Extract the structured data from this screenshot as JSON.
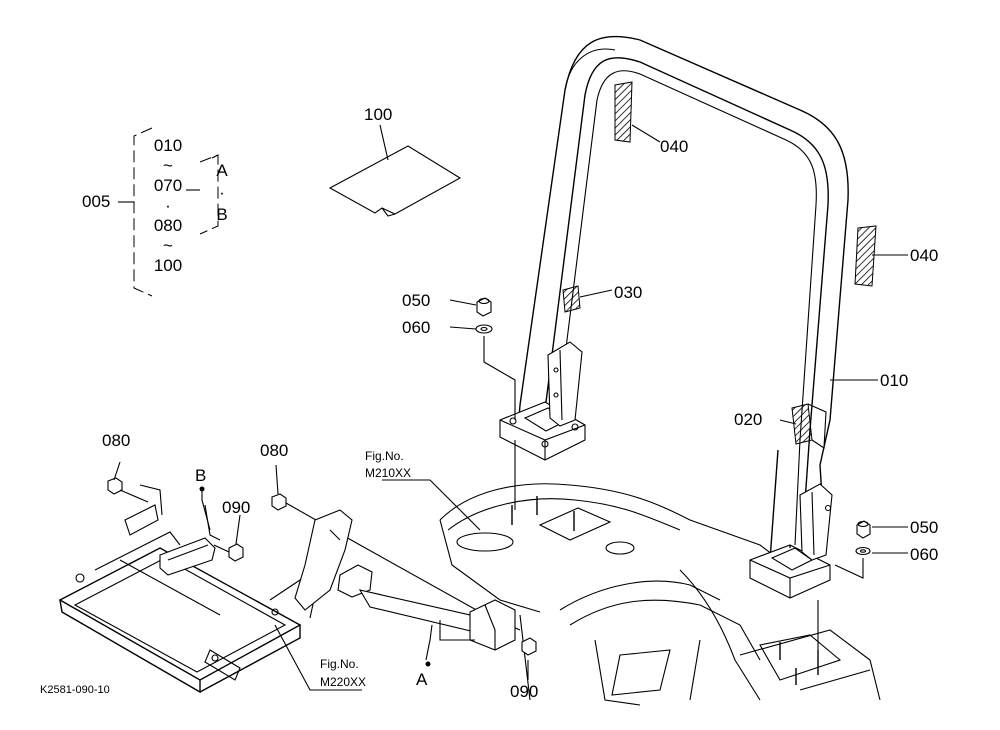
{
  "drawing_code": "K2581-090-10",
  "assembly": {
    "main_label": "005",
    "ranges": [
      "010",
      "~",
      "070",
      "·",
      "080",
      "~",
      "100"
    ],
    "variants": [
      "A",
      "·",
      "B"
    ]
  },
  "parts": {
    "p010": "010",
    "p020": "020",
    "p030": "030",
    "p040_upper": "040",
    "p040_lower": "040",
    "p050_left": "050",
    "p050_right": "050",
    "p060_left": "060",
    "p060_right": "060",
    "p080_left": "080",
    "p080_mid": "080",
    "p090_upper": "090",
    "p090_lower": "090",
    "p100": "100"
  },
  "markers": {
    "a": "A",
    "b": "B"
  },
  "references": {
    "fig1_title": "Fig.No.",
    "fig1_code": "M210XX",
    "fig2_title": "Fig.No.",
    "fig2_code": "M220XX"
  }
}
